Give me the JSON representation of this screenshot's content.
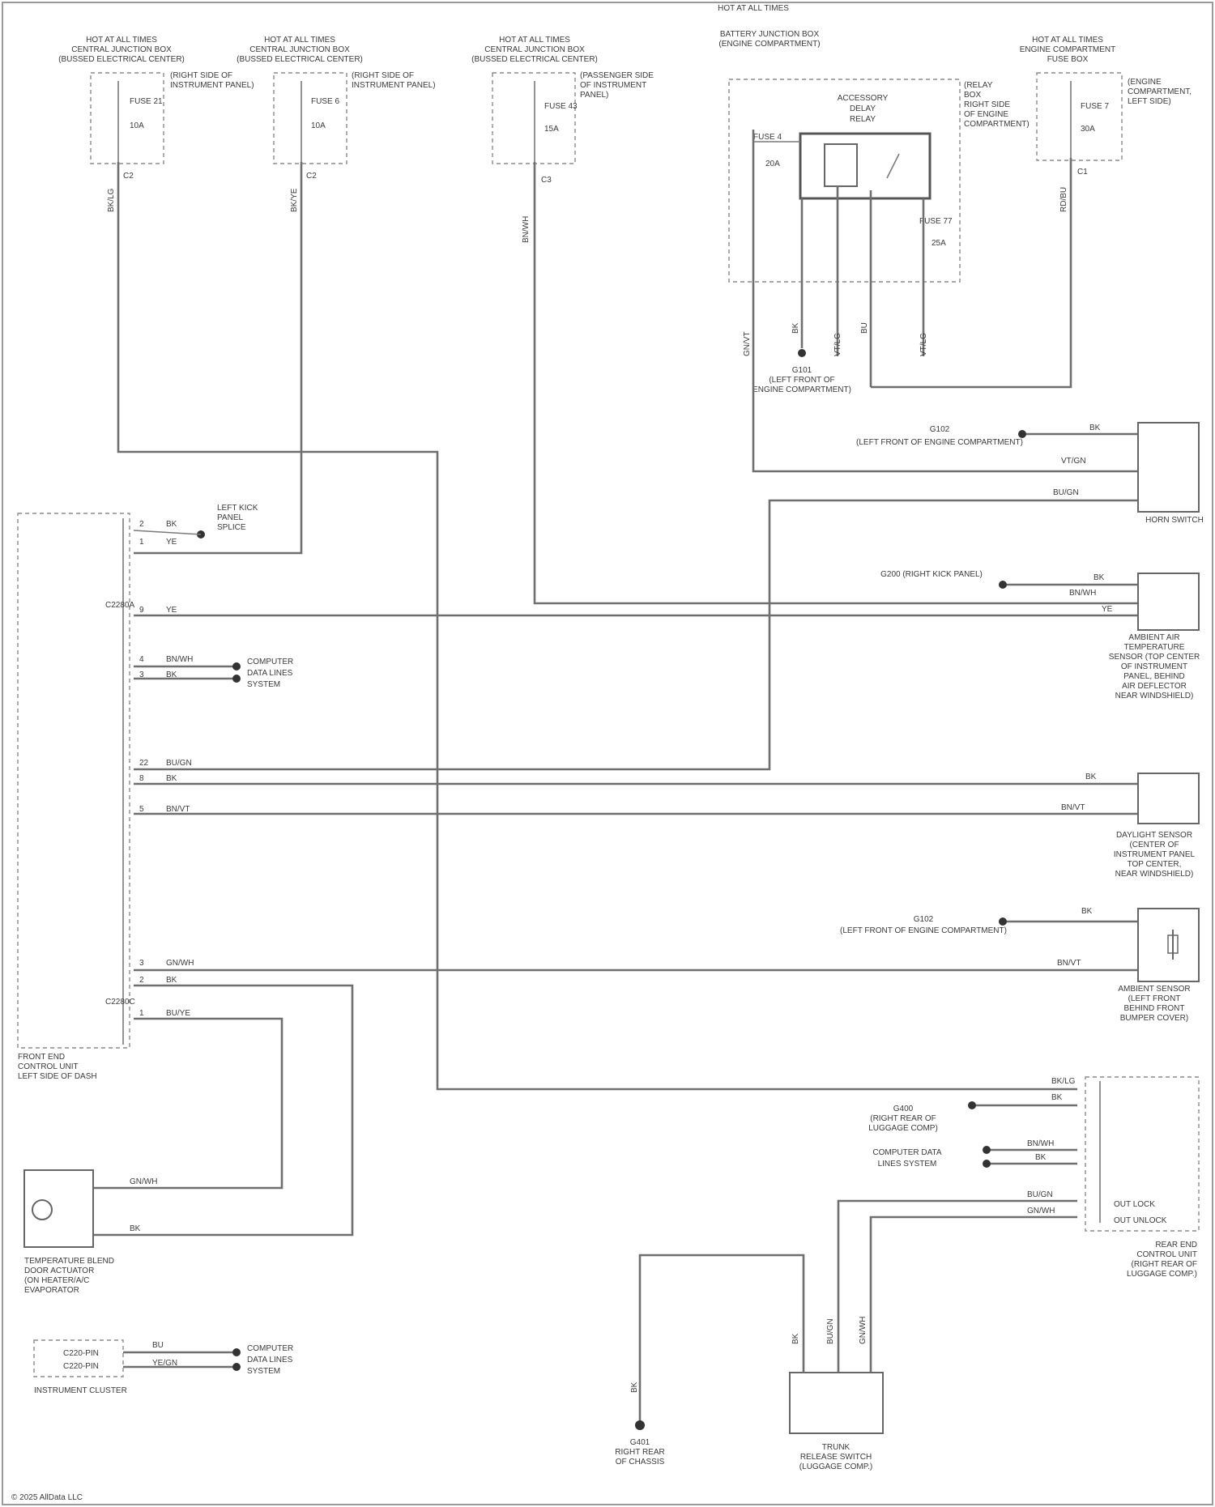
{
  "page": {
    "title": "HOT AT ALL TIMES",
    "footer": "© 2025 AllData LLC"
  },
  "fuse_boxes": [
    {
      "id": "f1",
      "lines": [
        "HOT AT ALL TIMES",
        "CENTRAL JUNCTION BOX",
        "(BUSSED ELECTRICAL CENTER)"
      ],
      "fuse": "FUSE 21",
      "amp": "10A",
      "location": [
        "(RIGHT SIDE OF",
        "INSTRUMENT PANEL)"
      ],
      "pin": "C2",
      "wire": "BK/LG"
    },
    {
      "id": "f2",
      "lines": [
        "HOT AT ALL TIMES",
        "CENTRAL JUNCTION BOX",
        "(BUSSED ELECTRICAL CENTER)"
      ],
      "fuse": "FUSE 6",
      "amp": "10A",
      "location": [
        "(RIGHT SIDE OF",
        "INSTRUMENT PANEL)"
      ],
      "pin": "C2",
      "wire": "BK/YE"
    },
    {
      "id": "f3",
      "lines": [
        "HOT AT ALL TIMES",
        "CENTRAL JUNCTION BOX",
        "(BUSSED ELECTRICAL CENTER)"
      ],
      "fuse": "FUSE 43",
      "amp": "15A",
      "location": [
        "(PASSENGER SIDE",
        "OF INSTRUMENT",
        "PANEL)"
      ],
      "pin": "C3",
      "wire": "BN/WH"
    },
    {
      "id": "f4",
      "lines": [
        "HOT AT ALL TIMES",
        "ENGINE COMPARTMENT",
        "FUSE BOX"
      ],
      "fuse": "FUSE 7",
      "amp": "30A",
      "location": [
        "(ENGINE",
        "COMPARTMENT,",
        "LEFT SIDE)"
      ],
      "pin": "C1",
      "wire": "RD/BU"
    }
  ],
  "relay_box": {
    "title": [
      "BATTERY JUNCTION BOX",
      "(ENGINE COMPARTMENT)"
    ],
    "relay_label": [
      "ACCESSORY",
      "DELAY",
      "RELAY"
    ],
    "fuse_a": "FUSE 4",
    "amp_a": "20A",
    "fuse_b": "FUSE 77",
    "amp_b": "25A",
    "note": [
      "(RELAY",
      "BOX",
      "RIGHT SIDE",
      "OF ENGINE",
      "COMPARTMENT)"
    ],
    "wires": [
      "GN/VT",
      "BK",
      "VT/LG",
      "BU",
      "VT/LG"
    ],
    "ground": [
      "G101",
      "(LEFT FRONT OF",
      "ENGINE COMPARTMENT)"
    ]
  },
  "components": {
    "horn_switch": {
      "label": "HORN SWITCH",
      "ground": [
        "G102",
        "(LEFT FRONT OF ENGINE COMPARTMENT)"
      ],
      "wires": [
        "BK",
        "VT/GN",
        "BU/GN"
      ]
    },
    "ambient_sensor": {
      "label": [
        "AMBIENT AIR",
        "TEMPERATURE",
        "SENSOR (TOP CENTER",
        "OF INSTRUMENT",
        "PANEL, BEHIND",
        "AIR DEFLECTOR",
        "NEAR WINDSHIELD)"
      ],
      "ground": [
        "G200 (RIGHT KICK PANEL)"
      ],
      "wires": [
        "BK",
        "BN/WH",
        "YE"
      ]
    },
    "sun_sensor": {
      "label": [
        "DAYLIGHT SENSOR",
        "(CENTER OF",
        "INSTRUMENT PANEL",
        "TOP CENTER,",
        "NEAR WINDSHIELD)"
      ],
      "wires": [
        "BK",
        "BN/VT"
      ]
    },
    "temp_sensor": {
      "label": [
        "AMBIENT SENSOR",
        "(LEFT FRONT",
        "BEHIND FRONT",
        "BUMPER COVER)"
      ],
      "ground": [
        "G102",
        "(LEFT FRONT OF ENGINE COMPARTMENT)"
      ],
      "wires": [
        "BK",
        "BN/VT"
      ]
    },
    "gem": {
      "label": [
        "FRONT END",
        "CONTROL UNIT",
        "LEFT SIDE OF DASH"
      ],
      "pins": [
        {
          "c": "C2",
          "p": "2",
          "w": "BK"
        },
        {
          "c": "C2",
          "p": "1",
          "w": "YE"
        },
        {
          "c": "C1",
          "p": "9",
          "w": "YE"
        },
        {
          "c": "C1",
          "p": "4",
          "w": "BN/WH"
        },
        {
          "c": "C1",
          "p": "3",
          "w": "BK"
        },
        {
          "c": "C1",
          "p": "22",
          "w": "BU/GN"
        },
        {
          "c": "C1",
          "p": "8",
          "w": "BK"
        },
        {
          "c": "C1",
          "p": "5",
          "w": "BN/VT"
        },
        {
          "c": "C3",
          "p": "3",
          "w": "GN/WH"
        },
        {
          "c": "C3",
          "p": "2",
          "w": "BK"
        },
        {
          "c": "C3",
          "p": "1",
          "w": "BU/YE"
        }
      ],
      "splice": [
        "LEFT KICK",
        "PANEL",
        "SPLICE"
      ],
      "datalink": [
        "COMPUTER",
        "DATA LINES",
        "SYSTEM"
      ],
      "connector_c1": "C2280A",
      "connector_c3": "C2280C"
    },
    "blend_door": {
      "label": [
        "TEMPERATURE BLEND",
        "DOOR ACTUATOR",
        "(ON HEATER/A/C",
        "EVAPORATOR"
      ],
      "wires": [
        "GN/WH",
        "BK"
      ]
    },
    "instrument_cluster": {
      "label": [
        "INSTRUMENT CLUSTER"
      ],
      "pins": [
        "C220-PIN",
        "C220-PIN"
      ],
      "wires": [
        "BU",
        "YE/GN"
      ],
      "datalink": [
        "COMPUTER",
        "DATA LINES",
        "SYSTEM"
      ]
    },
    "rear_control": {
      "label": [
        "REAR END",
        "CONTROL UNIT",
        "(RIGHT REAR OF",
        "LUGGAGE COMP.)"
      ],
      "splice": [
        "G400",
        "(RIGHT REAR OF",
        "LUGGAGE COMP)"
      ],
      "datalink": [
        "COMPUTER DATA",
        "LINES SYSTEM"
      ],
      "wires": [
        "BK/LG",
        "BK",
        "BN/WH",
        "BK",
        "BU/GN",
        "GN/WH"
      ],
      "terms": [
        "OUT LOCK",
        "OUT UNLOCK"
      ]
    },
    "trunk_release": {
      "label": [
        "TRUNK",
        "RELEASE SWITCH",
        "(LUGGAGE COMP.)"
      ],
      "wires": [
        "BK",
        "BU/GN",
        "GN/WH"
      ]
    },
    "ground_trunk": {
      "label": [
        "G401",
        "RIGHT REAR",
        "OF CHASSIS"
      ],
      "wire": "BK"
    }
  }
}
